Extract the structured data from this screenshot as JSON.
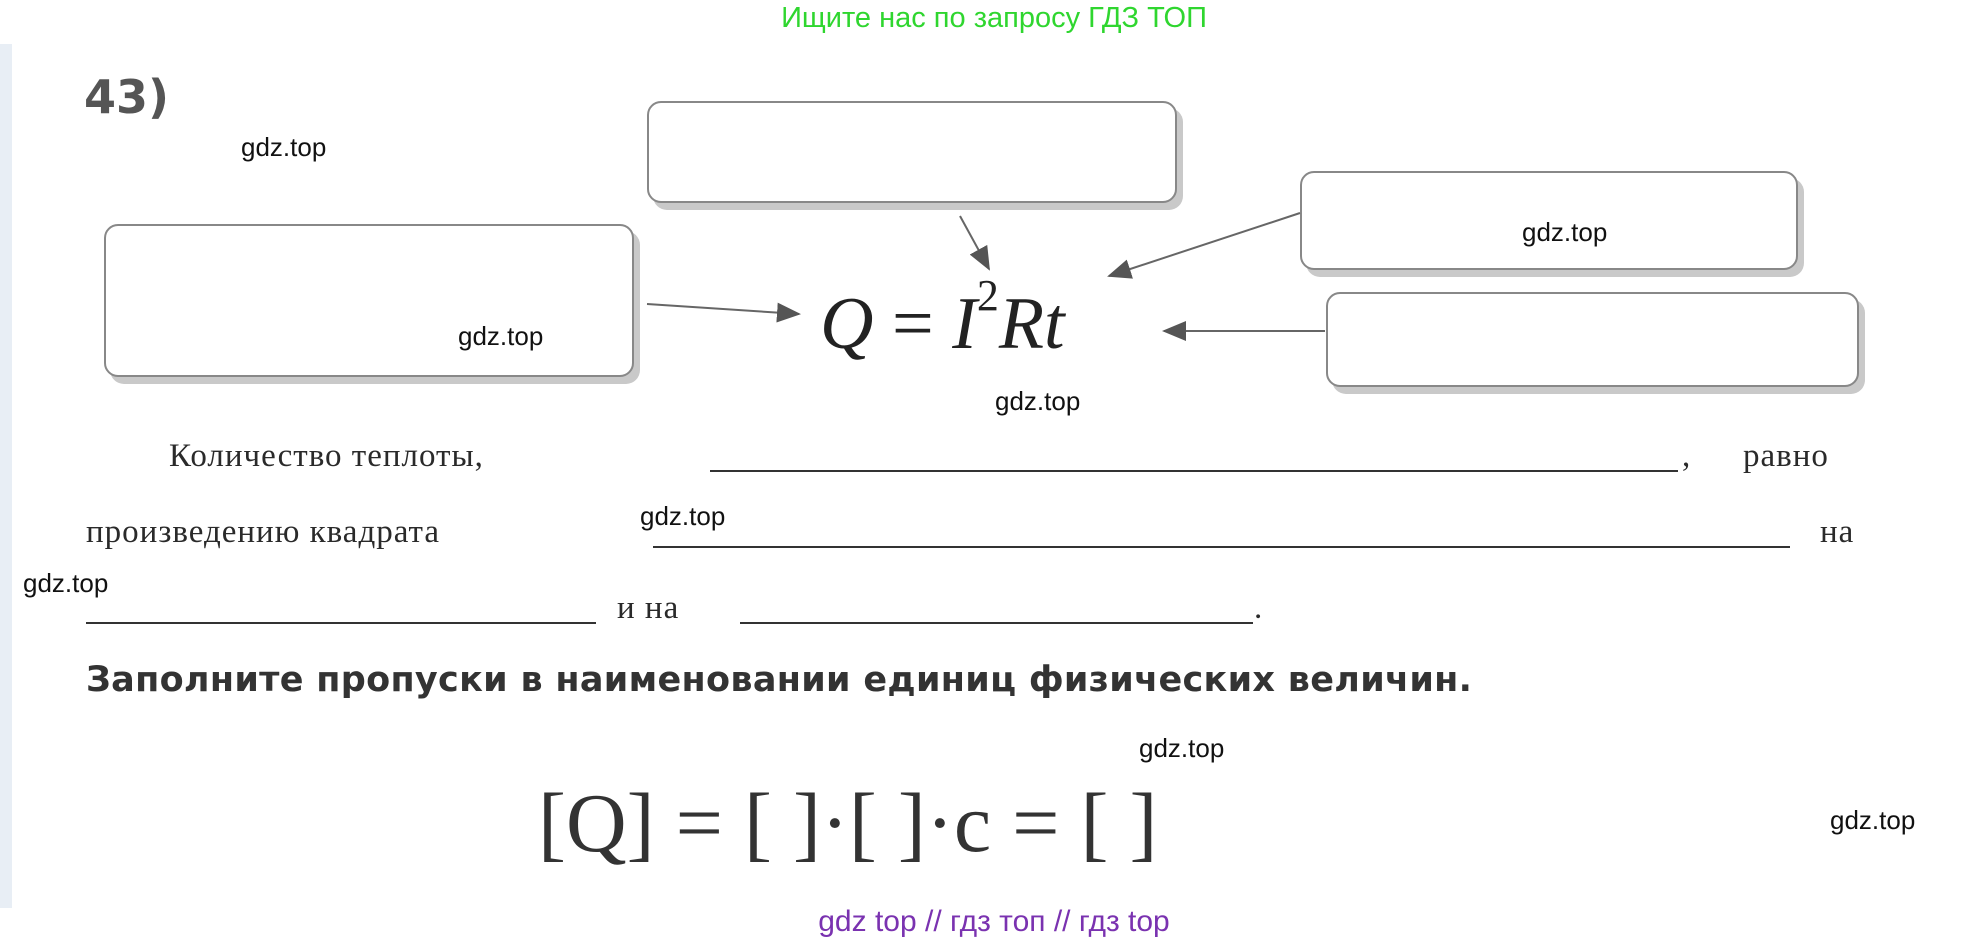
{
  "banner_top": "Ищите нас по запросу ГДЗ ТОП",
  "exercise_number": "43)",
  "formula": {
    "q": "Q",
    "eq": " = ",
    "i": "I",
    "exp": "2",
    "rt": "Rt"
  },
  "sentence": {
    "part1": "Количество   теплоты,",
    "comma": ",",
    "part2": "равно",
    "part3": "произведению  квадрата",
    "part4": "на",
    "part5": "и  на",
    "period": "."
  },
  "task": "Заполните пропуски в наименовании единиц физических величин.",
  "units_formula": "[Q] = [    ]·[    ]·c = [    ]",
  "watermark": "gdz.top",
  "banner_bottom": "gdz top  //  гдз топ  //  гдз top"
}
